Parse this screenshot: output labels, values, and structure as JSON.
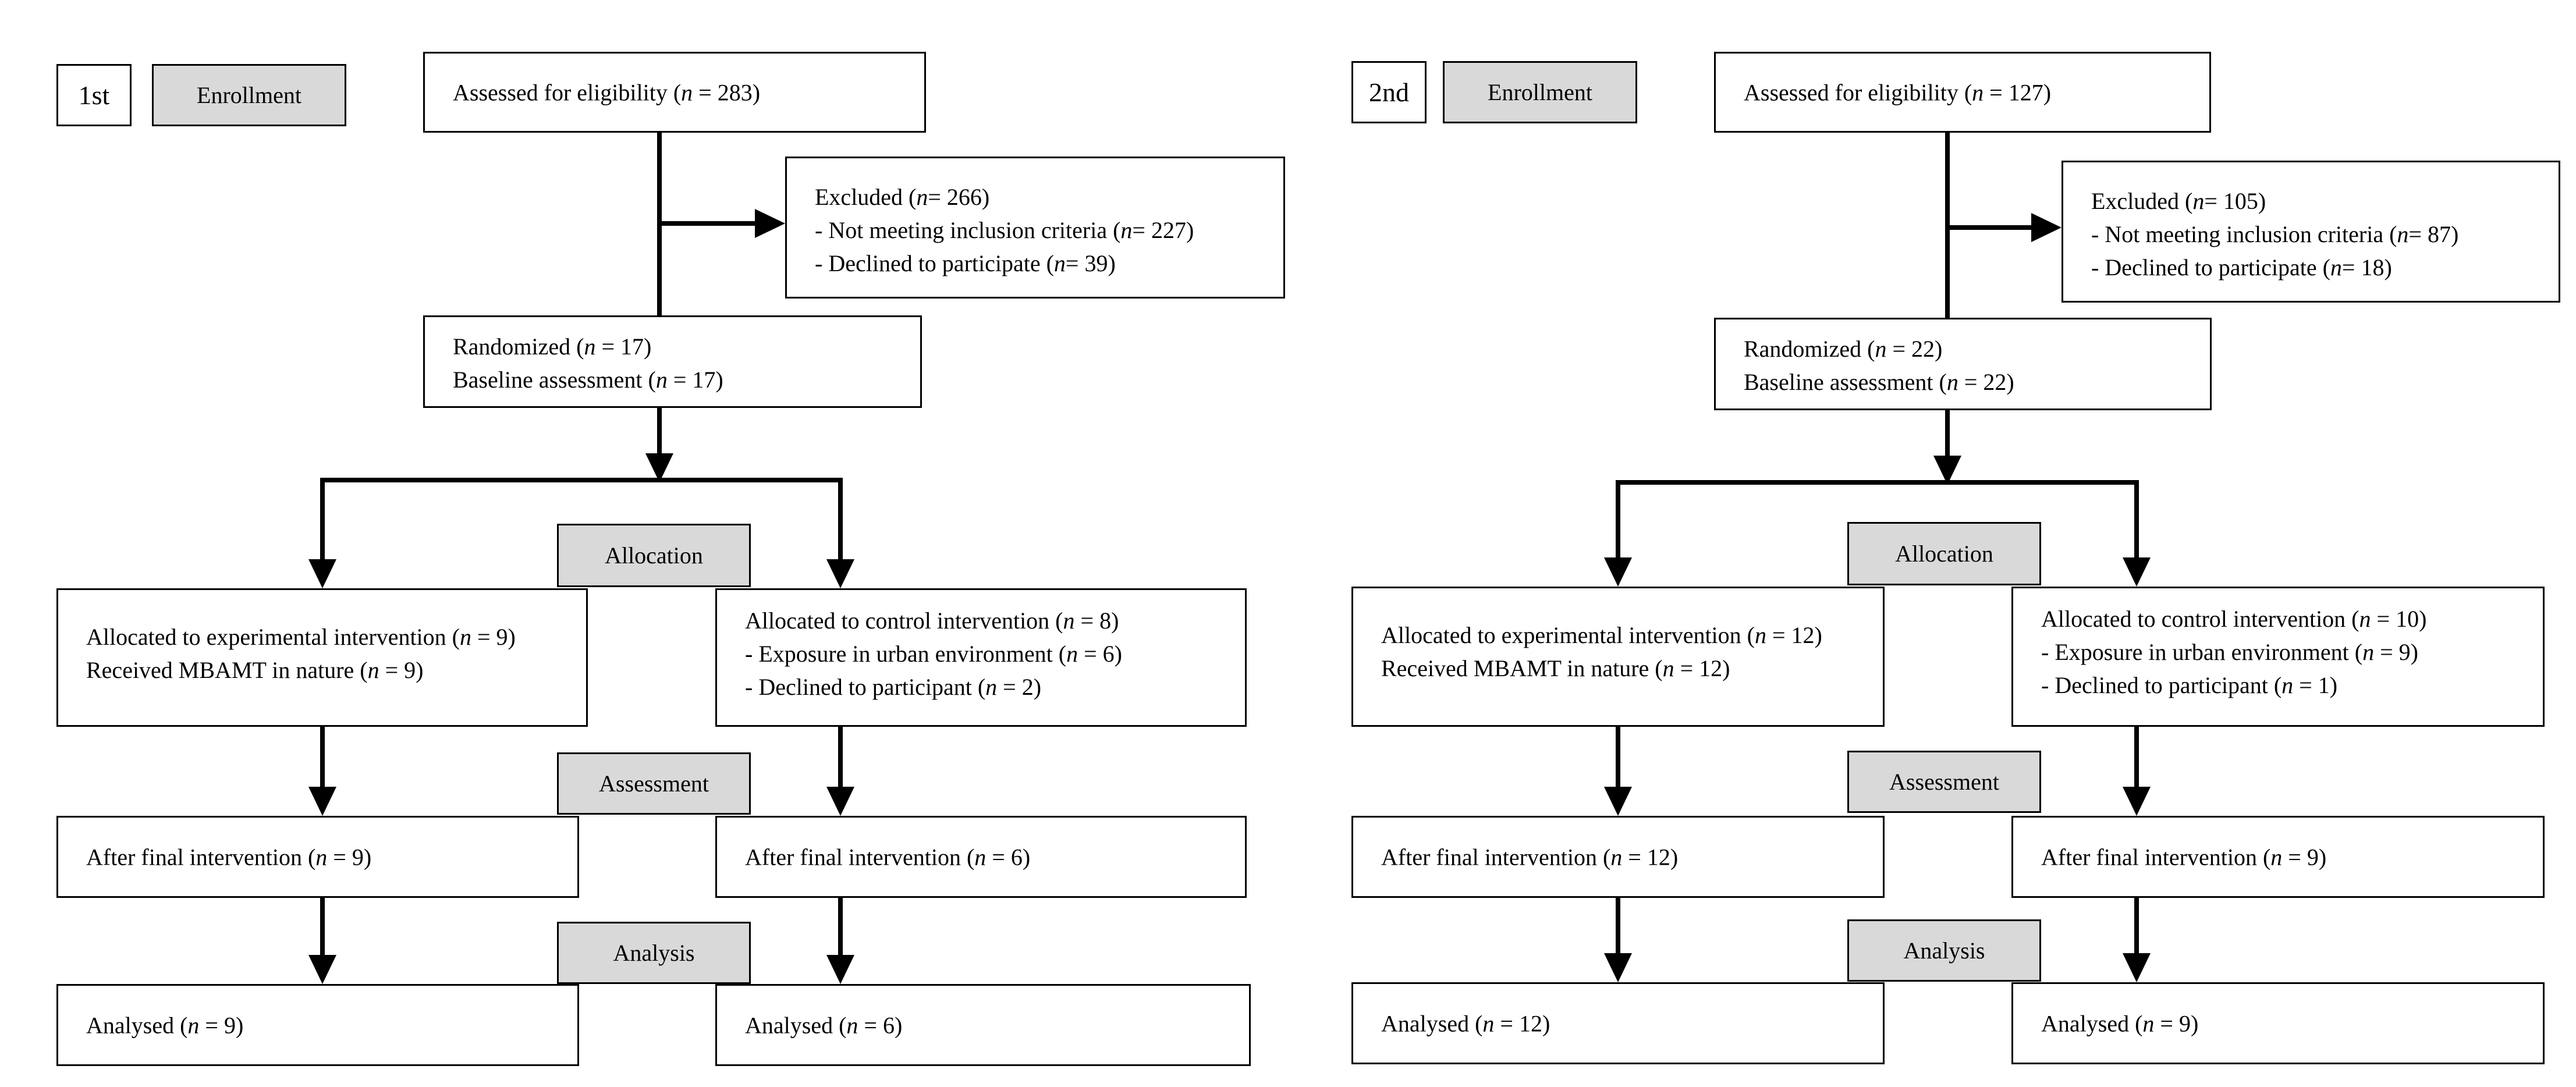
{
  "stages": {
    "enrollment": "Enrollment",
    "allocation": "Allocation",
    "assessment": "Assessment",
    "analysis": "Analysis"
  },
  "cohorts": [
    {
      "id": "c1",
      "label": "1st",
      "assessed": {
        "pre": "Assessed for eligibility (",
        "n": "n",
        "post": " = 283)"
      },
      "excluded": {
        "title": {
          "pre": "Excluded (",
          "n": "n",
          "post": "= 266)"
        },
        "items": [
          {
            "pre": "- Not meeting inclusion criteria (",
            "n": "n",
            "post": "= 227)"
          },
          {
            "pre": "- Declined to participate (",
            "n": "n",
            "post": "= 39)"
          }
        ]
      },
      "randomized": [
        {
          "pre": "Randomized (",
          "n": "n",
          "post": " = 17)"
        },
        {
          "pre": "Baseline assessment (",
          "n": "n",
          "post": " = 17)"
        }
      ],
      "experimental": [
        {
          "pre": "Allocated to experimental intervention (",
          "n": "n",
          "post": " = 9)"
        },
        {
          "pre": "Received MBAMT in nature (",
          "n": "n",
          "post": " = 9)"
        }
      ],
      "control": [
        {
          "pre": "Allocated to control intervention (",
          "n": "n",
          "post": " = 8)"
        },
        {
          "pre": "- Exposure in urban environment (",
          "n": "n",
          "post": " = 6)"
        },
        {
          "pre": "- Declined to participant (",
          "n": "n",
          "post": " = 2)"
        }
      ],
      "after_exp": {
        "pre": "After final intervention (",
        "n": "n",
        "post": " = 9)"
      },
      "after_ctrl": {
        "pre": "After final intervention (",
        "n": "n",
        "post": " = 6)"
      },
      "analysed_exp": {
        "pre": "Analysed (",
        "n": "n",
        "post": " = 9)"
      },
      "analysed_ctrl": {
        "pre": "Analysed (",
        "n": "n",
        "post": " = 6)"
      }
    },
    {
      "id": "c2",
      "label": "2nd",
      "assessed": {
        "pre": "Assessed for eligibility (",
        "n": "n",
        "post": " = 127)"
      },
      "excluded": {
        "title": {
          "pre": "Excluded (",
          "n": "n",
          "post": "= 105)"
        },
        "items": [
          {
            "pre": "- Not meeting inclusion criteria (",
            "n": "n",
            "post": "= 87)"
          },
          {
            "pre": "- Declined to participate (",
            "n": "n",
            "post": "= 18)"
          }
        ]
      },
      "randomized": [
        {
          "pre": "Randomized (",
          "n": "n",
          "post": " = 22)"
        },
        {
          "pre": "Baseline assessment (",
          "n": "n",
          "post": " = 22)"
        }
      ],
      "experimental": [
        {
          "pre": "Allocated to experimental intervention (",
          "n": "n",
          "post": " = 12)"
        },
        {
          "pre": "Received MBAMT in nature (",
          "n": "n",
          "post": " = 12)"
        }
      ],
      "control": [
        {
          "pre": "Allocated to control intervention (",
          "n": "n",
          "post": " = 10)"
        },
        {
          "pre": "- Exposure in urban environment (",
          "n": "n",
          "post": " = 9)"
        },
        {
          "pre": "- Declined to participant (",
          "n": "n",
          "post": " = 1)"
        }
      ],
      "after_exp": {
        "pre": "After final intervention (",
        "n": "n",
        "post": " = 12)"
      },
      "after_ctrl": {
        "pre": "After final intervention (",
        "n": "n",
        "post": " = 9)"
      },
      "analysed_exp": {
        "pre": "Analysed (",
        "n": "n",
        "post": " = 12)"
      },
      "analysed_ctrl": {
        "pre": "Analysed (",
        "n": "n",
        "post": " = 9)"
      }
    }
  ]
}
